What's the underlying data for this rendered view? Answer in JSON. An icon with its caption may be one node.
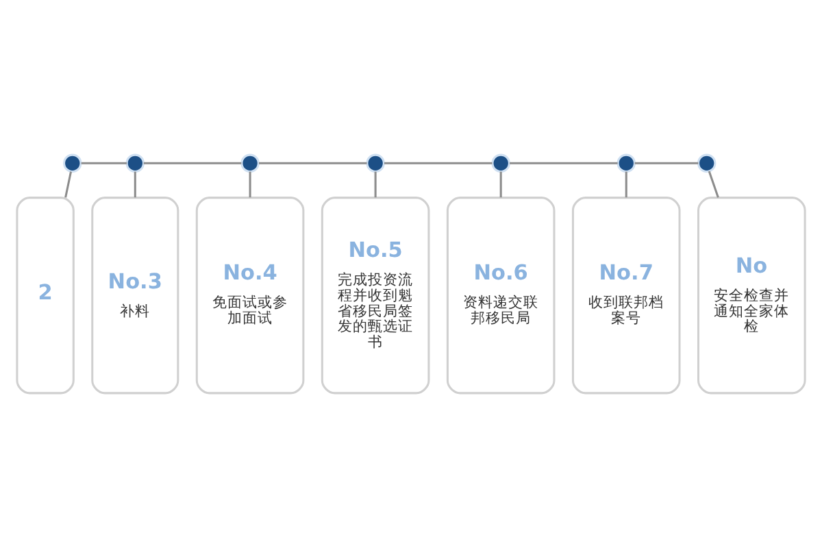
{
  "diagram": {
    "nodes": [
      {
        "text": [],
        "shape": "circle"
      },
      {
        "text": [],
        "shape": "circle"
      },
      {
        "text": [],
        "shape": "circle"
      },
      {
        "text": [],
        "shape": "circle"
      },
      {
        "text": [],
        "shape": "circle"
      },
      {
        "text": [],
        "shape": "circle"
      },
      {
        "text": [],
        "shape": "circle"
      },
      {
        "text": [
          "2"
        ]
      },
      {
        "text": [
          "No.3",
          "补料"
        ]
      },
      {
        "text": [
          "No.4",
          "免面试或参加面试"
        ]
      },
      {
        "text": [
          "No.5",
          "完成投资流程并收到魁省移民局签发的甄选证书"
        ]
      },
      {
        "text": [
          "No.6",
          "资料递交联邦移民局"
        ]
      },
      {
        "text": [
          "No.7",
          "收到联邦档案号"
        ]
      },
      {
        "text": [
          "No",
          "安全检查并通知全家体检"
        ]
      }
    ],
    "edges": [
      {
        "from": 0,
        "to": 1,
        "arrow": "none"
      },
      {
        "from": 1,
        "to": 2,
        "arrow": "none"
      },
      {
        "from": 2,
        "to": 3,
        "arrow": "none"
      },
      {
        "from": 3,
        "to": 4,
        "arrow": "none"
      },
      {
        "from": 4,
        "to": 5,
        "arrow": "none"
      },
      {
        "from": 5,
        "to": 6,
        "arrow": "none"
      },
      {
        "from": 0,
        "to": 7,
        "arrow": "none"
      },
      {
        "from": 1,
        "to": 8,
        "arrow": "none"
      },
      {
        "from": 2,
        "to": 9,
        "arrow": "none"
      },
      {
        "from": 3,
        "to": 10,
        "arrow": "none"
      },
      {
        "from": 4,
        "to": 11,
        "arrow": "none"
      },
      {
        "from": 5,
        "to": 12,
        "arrow": "none"
      },
      {
        "from": 6,
        "to": 13,
        "arrow": "none"
      }
    ]
  }
}
